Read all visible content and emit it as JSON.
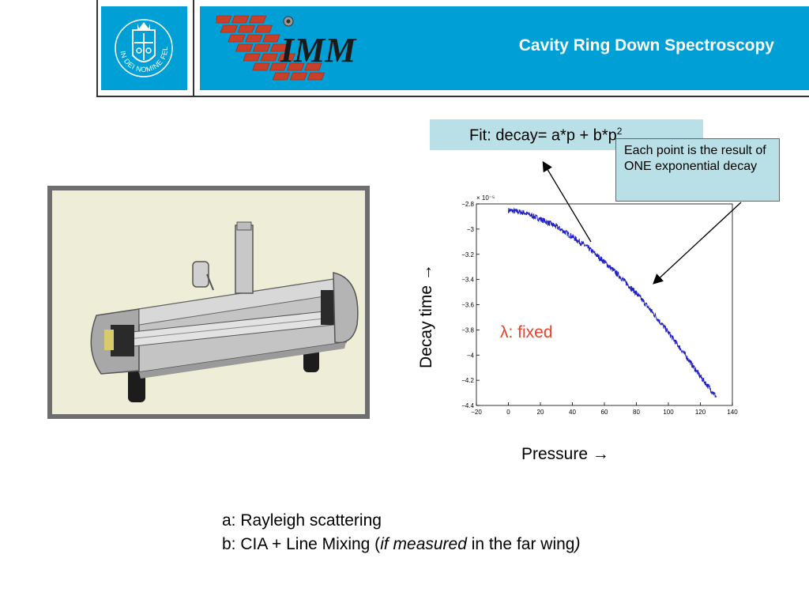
{
  "header": {
    "title": "Cavity Ring Down Spectroscopy",
    "seal_text": "IN DEI NOMINE FELICITER",
    "brand_logo_text": "IMM",
    "colors": {
      "banner": "#009fd6",
      "title_text": "#ffffff",
      "brick_red": "#c8402a"
    }
  },
  "photo": {
    "icon": "cavity-cell-photo"
  },
  "callouts": {
    "fit_label": "Fit: decay= a*p + b*p",
    "fit_exponent": "2",
    "note": "Each point is the result of ONE exponential decay",
    "lambda_label": "λ: fixed",
    "colors": {
      "box_fill": "#b9e0e6",
      "lambda": "#e8412b"
    }
  },
  "axes": {
    "ylabel": "Decay time →",
    "xlabel": "Pressure →"
  },
  "chart_data": {
    "type": "line",
    "title": "",
    "xlabel": "Pressure →",
    "ylabel": "Decay time →",
    "xlim": [
      -20,
      140
    ],
    "ylim": [
      -4.4,
      -2.8
    ],
    "y_multiplier": "× 10⁻⁵",
    "x_ticks": [
      -20,
      0,
      20,
      40,
      60,
      80,
      100,
      120,
      140
    ],
    "y_ticks": [
      -2.8,
      -3,
      -3.2,
      -3.4,
      -3.6,
      -3.8,
      -4,
      -4.2,
      -4.4
    ],
    "grid": false,
    "series": [
      {
        "color": "#2020c0",
        "x": [
          0,
          10,
          20,
          30,
          40,
          50,
          60,
          70,
          80,
          90,
          100,
          110,
          120,
          130
        ],
        "y": [
          -2.85,
          -2.87,
          -2.92,
          -2.98,
          -3.06,
          -3.15,
          -3.26,
          -3.38,
          -3.51,
          -3.66,
          -3.82,
          -3.99,
          -4.17,
          -4.33
        ]
      }
    ]
  },
  "notes": {
    "line_a": "a:  Rayleigh scattering",
    "line_b_prefix": "b:  CIA +  Line Mixing  (",
    "line_b_italic": "if measured",
    "line_b_mid": "  in the far wing",
    "line_b_close": ")"
  }
}
